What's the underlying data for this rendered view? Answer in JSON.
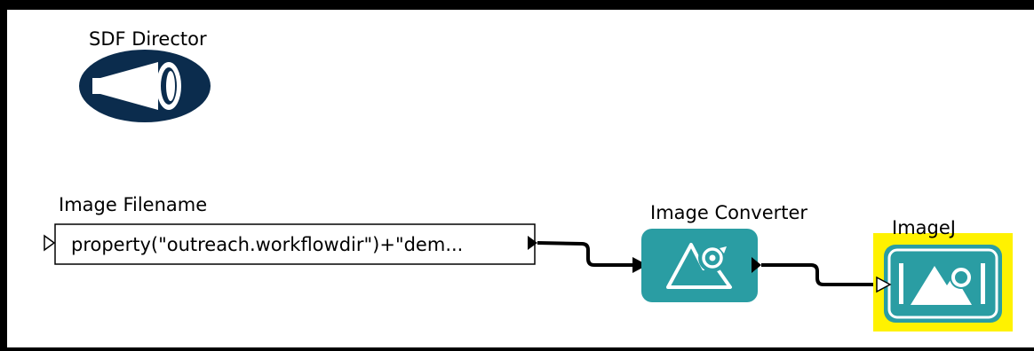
{
  "director": {
    "label": "SDF Director",
    "icon": "telescope-icon",
    "color": "#0b2c4d"
  },
  "actors": {
    "filename": {
      "label": "Image Filename",
      "expression": "property(\"outreach.workflowdir\")+\"dem..."
    },
    "converter": {
      "label": "Image Converter",
      "icon": "image-convert-icon",
      "color": "#2a9da3"
    },
    "imagej": {
      "label": "ImageJ",
      "icon": "image-icon",
      "color": "#2a9da3",
      "highlight": "#fff200"
    }
  }
}
